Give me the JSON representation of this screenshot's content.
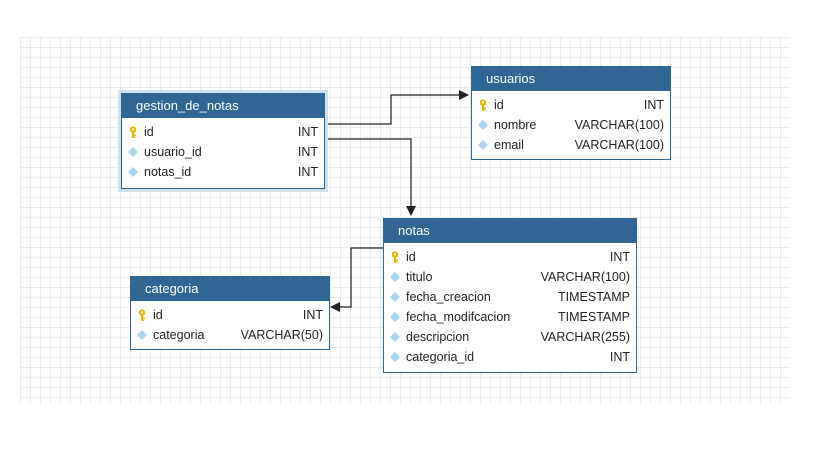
{
  "tables": {
    "gestion_de_notas": {
      "title": "gestion_de_notas",
      "columns": [
        {
          "name": "id",
          "type": "INT",
          "icon": "primary-key-icon"
        },
        {
          "name": "usuario_id",
          "type": "INT",
          "icon": "column-diamond-icon"
        },
        {
          "name": "notas_id",
          "type": "INT",
          "icon": "column-diamond-icon"
        }
      ]
    },
    "usuarios": {
      "title": "usuarios",
      "columns": [
        {
          "name": "id",
          "type": "INT",
          "icon": "primary-key-icon"
        },
        {
          "name": "nombre",
          "type": "VARCHAR(100)",
          "icon": "column-diamond-icon"
        },
        {
          "name": "email",
          "type": "VARCHAR(100)",
          "icon": "column-diamond-icon"
        }
      ]
    },
    "notas": {
      "title": "notas",
      "columns": [
        {
          "name": "id",
          "type": "INT",
          "icon": "primary-key-icon"
        },
        {
          "name": "titulo",
          "type": "VARCHAR(100)",
          "icon": "column-diamond-icon"
        },
        {
          "name": "fecha_creacion",
          "type": "TIMESTAMP",
          "icon": "column-diamond-icon"
        },
        {
          "name": "fecha_modifcacion",
          "type": "TIMESTAMP",
          "icon": "column-diamond-icon"
        },
        {
          "name": "descripcion",
          "type": "VARCHAR(255)",
          "icon": "column-diamond-icon"
        },
        {
          "name": "categoria_id",
          "type": "INT",
          "icon": "column-diamond-icon"
        }
      ]
    },
    "categoria": {
      "title": "categoria",
      "columns": [
        {
          "name": "id",
          "type": "INT",
          "icon": "primary-key-icon"
        },
        {
          "name": "categoria",
          "type": "VARCHAR(50)",
          "icon": "column-diamond-icon"
        }
      ]
    }
  },
  "colors": {
    "header": "#2f6694",
    "selection": "#cfe0ef",
    "key": "#e8b400",
    "diamond": "#a9d3ef",
    "connector": "#222222"
  }
}
